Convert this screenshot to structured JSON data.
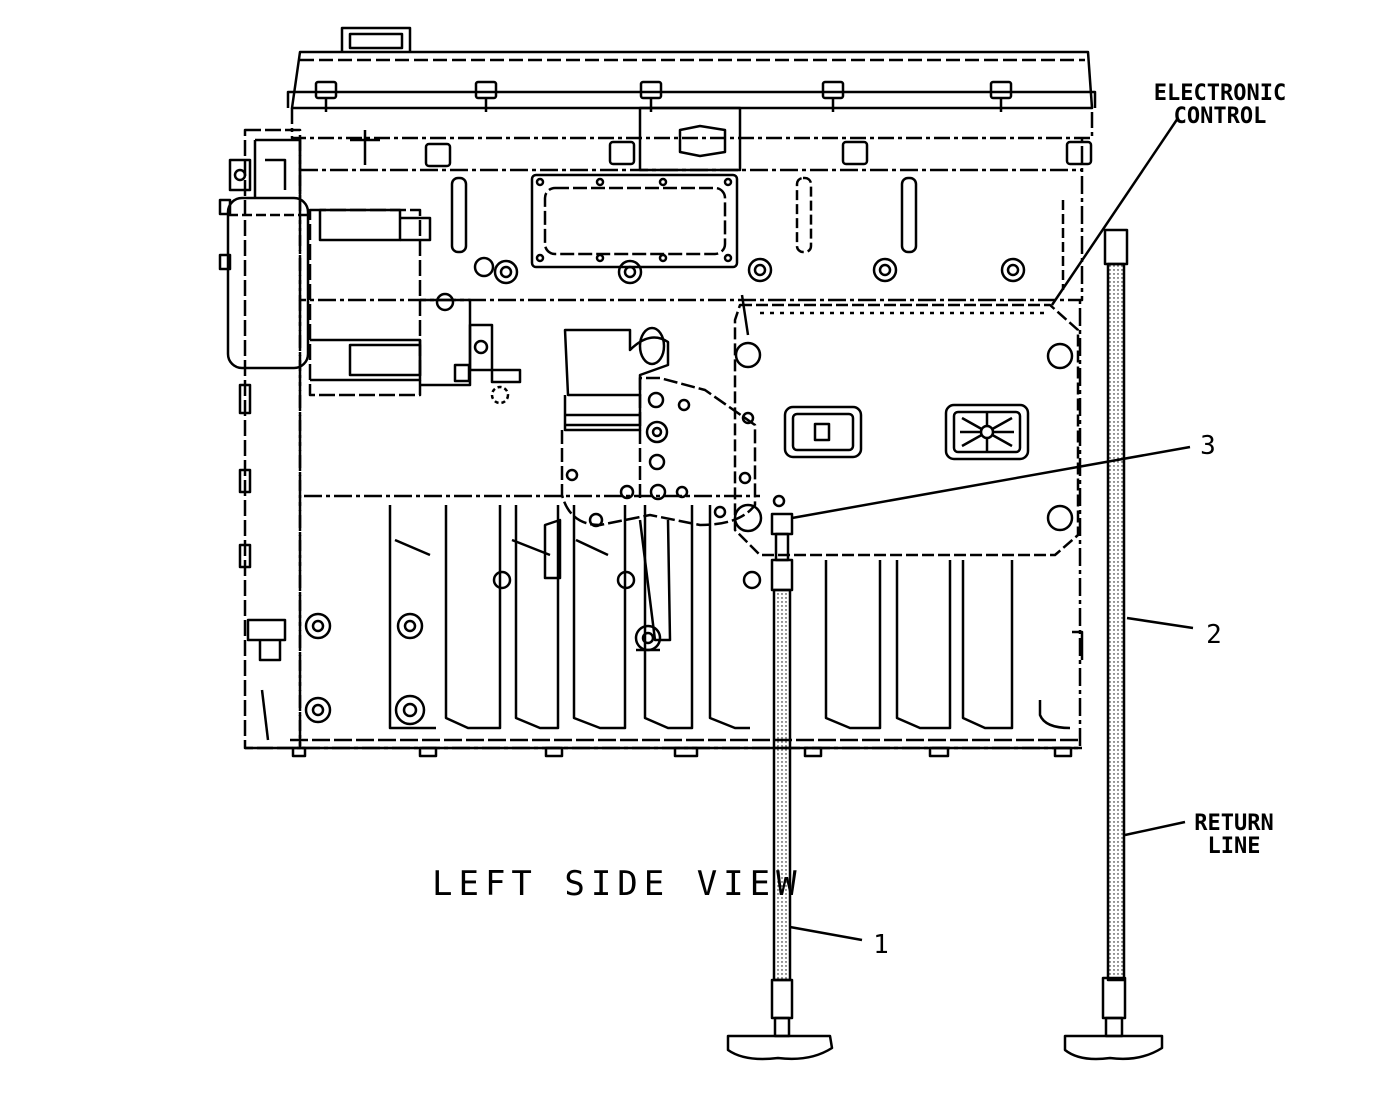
{
  "diagram": {
    "title": "LEFT SIDE VIEW",
    "callouts": {
      "electronic_control": [
        "ELECTRONIC",
        "CONTROL"
      ],
      "return_line": [
        "RETURN",
        "LINE"
      ],
      "item_1": "1",
      "item_2": "2",
      "item_3": "3"
    }
  }
}
